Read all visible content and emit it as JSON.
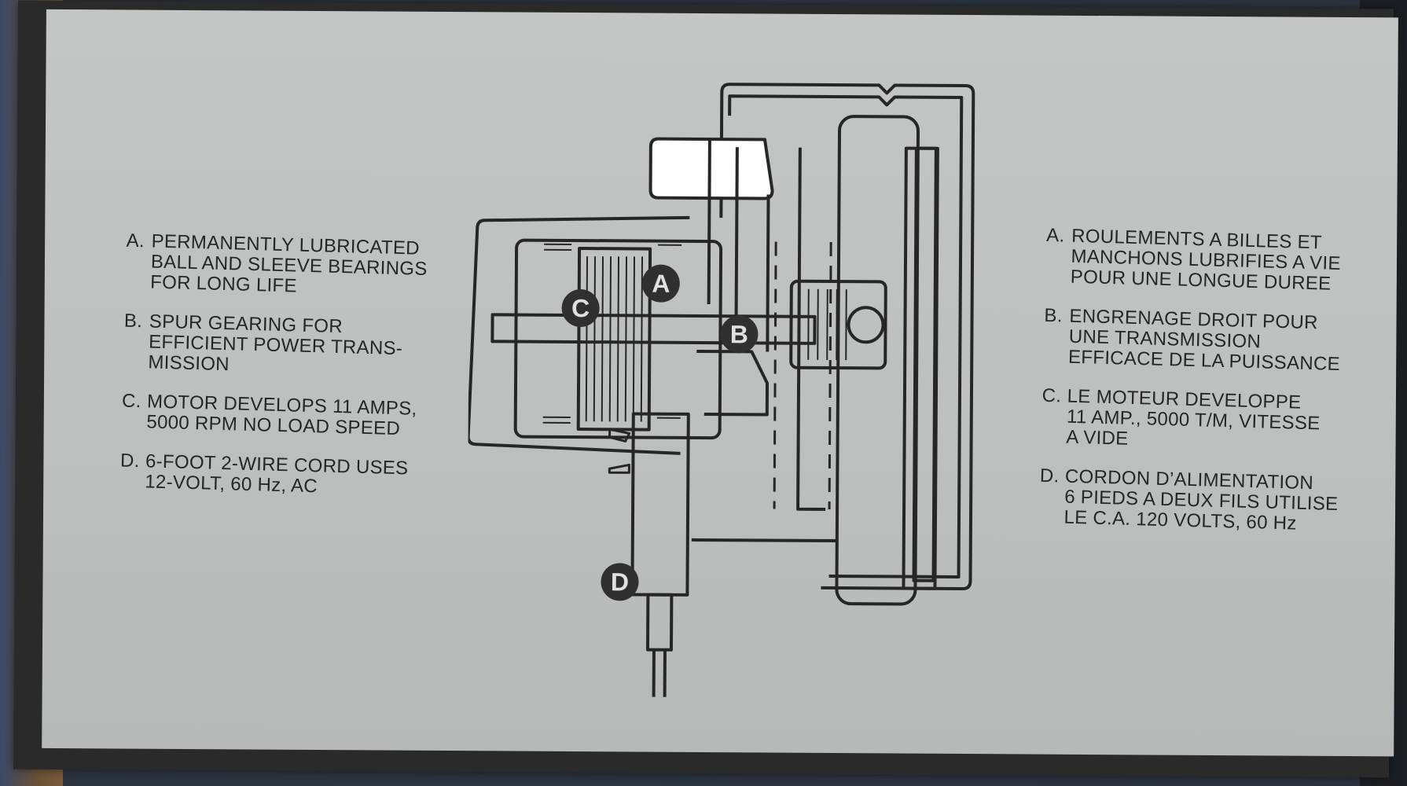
{
  "english_features": [
    {
      "label": "A.",
      "text": "PERMANENTLY LUBRICATED\nBALL AND SLEEVE BEARINGS\nFOR LONG LIFE"
    },
    {
      "label": "B.",
      "text": "SPUR GEARING FOR\nEFFICIENT POWER TRANS-\nMISSION"
    },
    {
      "label": "C.",
      "text": "MOTOR DEVELOPS 11 AMPS,\n5000 RPM NO LOAD SPEED"
    },
    {
      "label": "D.",
      "text": "6-FOOT 2-WIRE CORD USES\n12-VOLT, 60 Hz, AC"
    }
  ],
  "french_features": [
    {
      "label": "A.",
      "text": "ROULEMENTS A BILLES ET\nMANCHONS LUBRIFIES A VIE\nPOUR UNE LONGUE DUREE"
    },
    {
      "label": "B.",
      "text": "ENGRENAGE DROIT POUR\nUNE TRANSMISSION\nEFFICACE DE LA PUISSANCE"
    },
    {
      "label": "C.",
      "text": "LE MOTEUR DEVELOPPE\n11 AMP., 5000 T/M, VITESSE\nA VIDE"
    },
    {
      "label": "D.",
      "text": "CORDON D’ALIMENTATION\n6 PIEDS A DEUX FILS UTILISE\nLE C.A. 120 VOLTS, 60 Hz"
    }
  ],
  "diagram_callouts": {
    "a": "A",
    "b": "B",
    "c": "C",
    "d": "D"
  },
  "colors": {
    "panel": "#c0c2c2",
    "ink": "#262626",
    "box": "#2a2a2a"
  }
}
